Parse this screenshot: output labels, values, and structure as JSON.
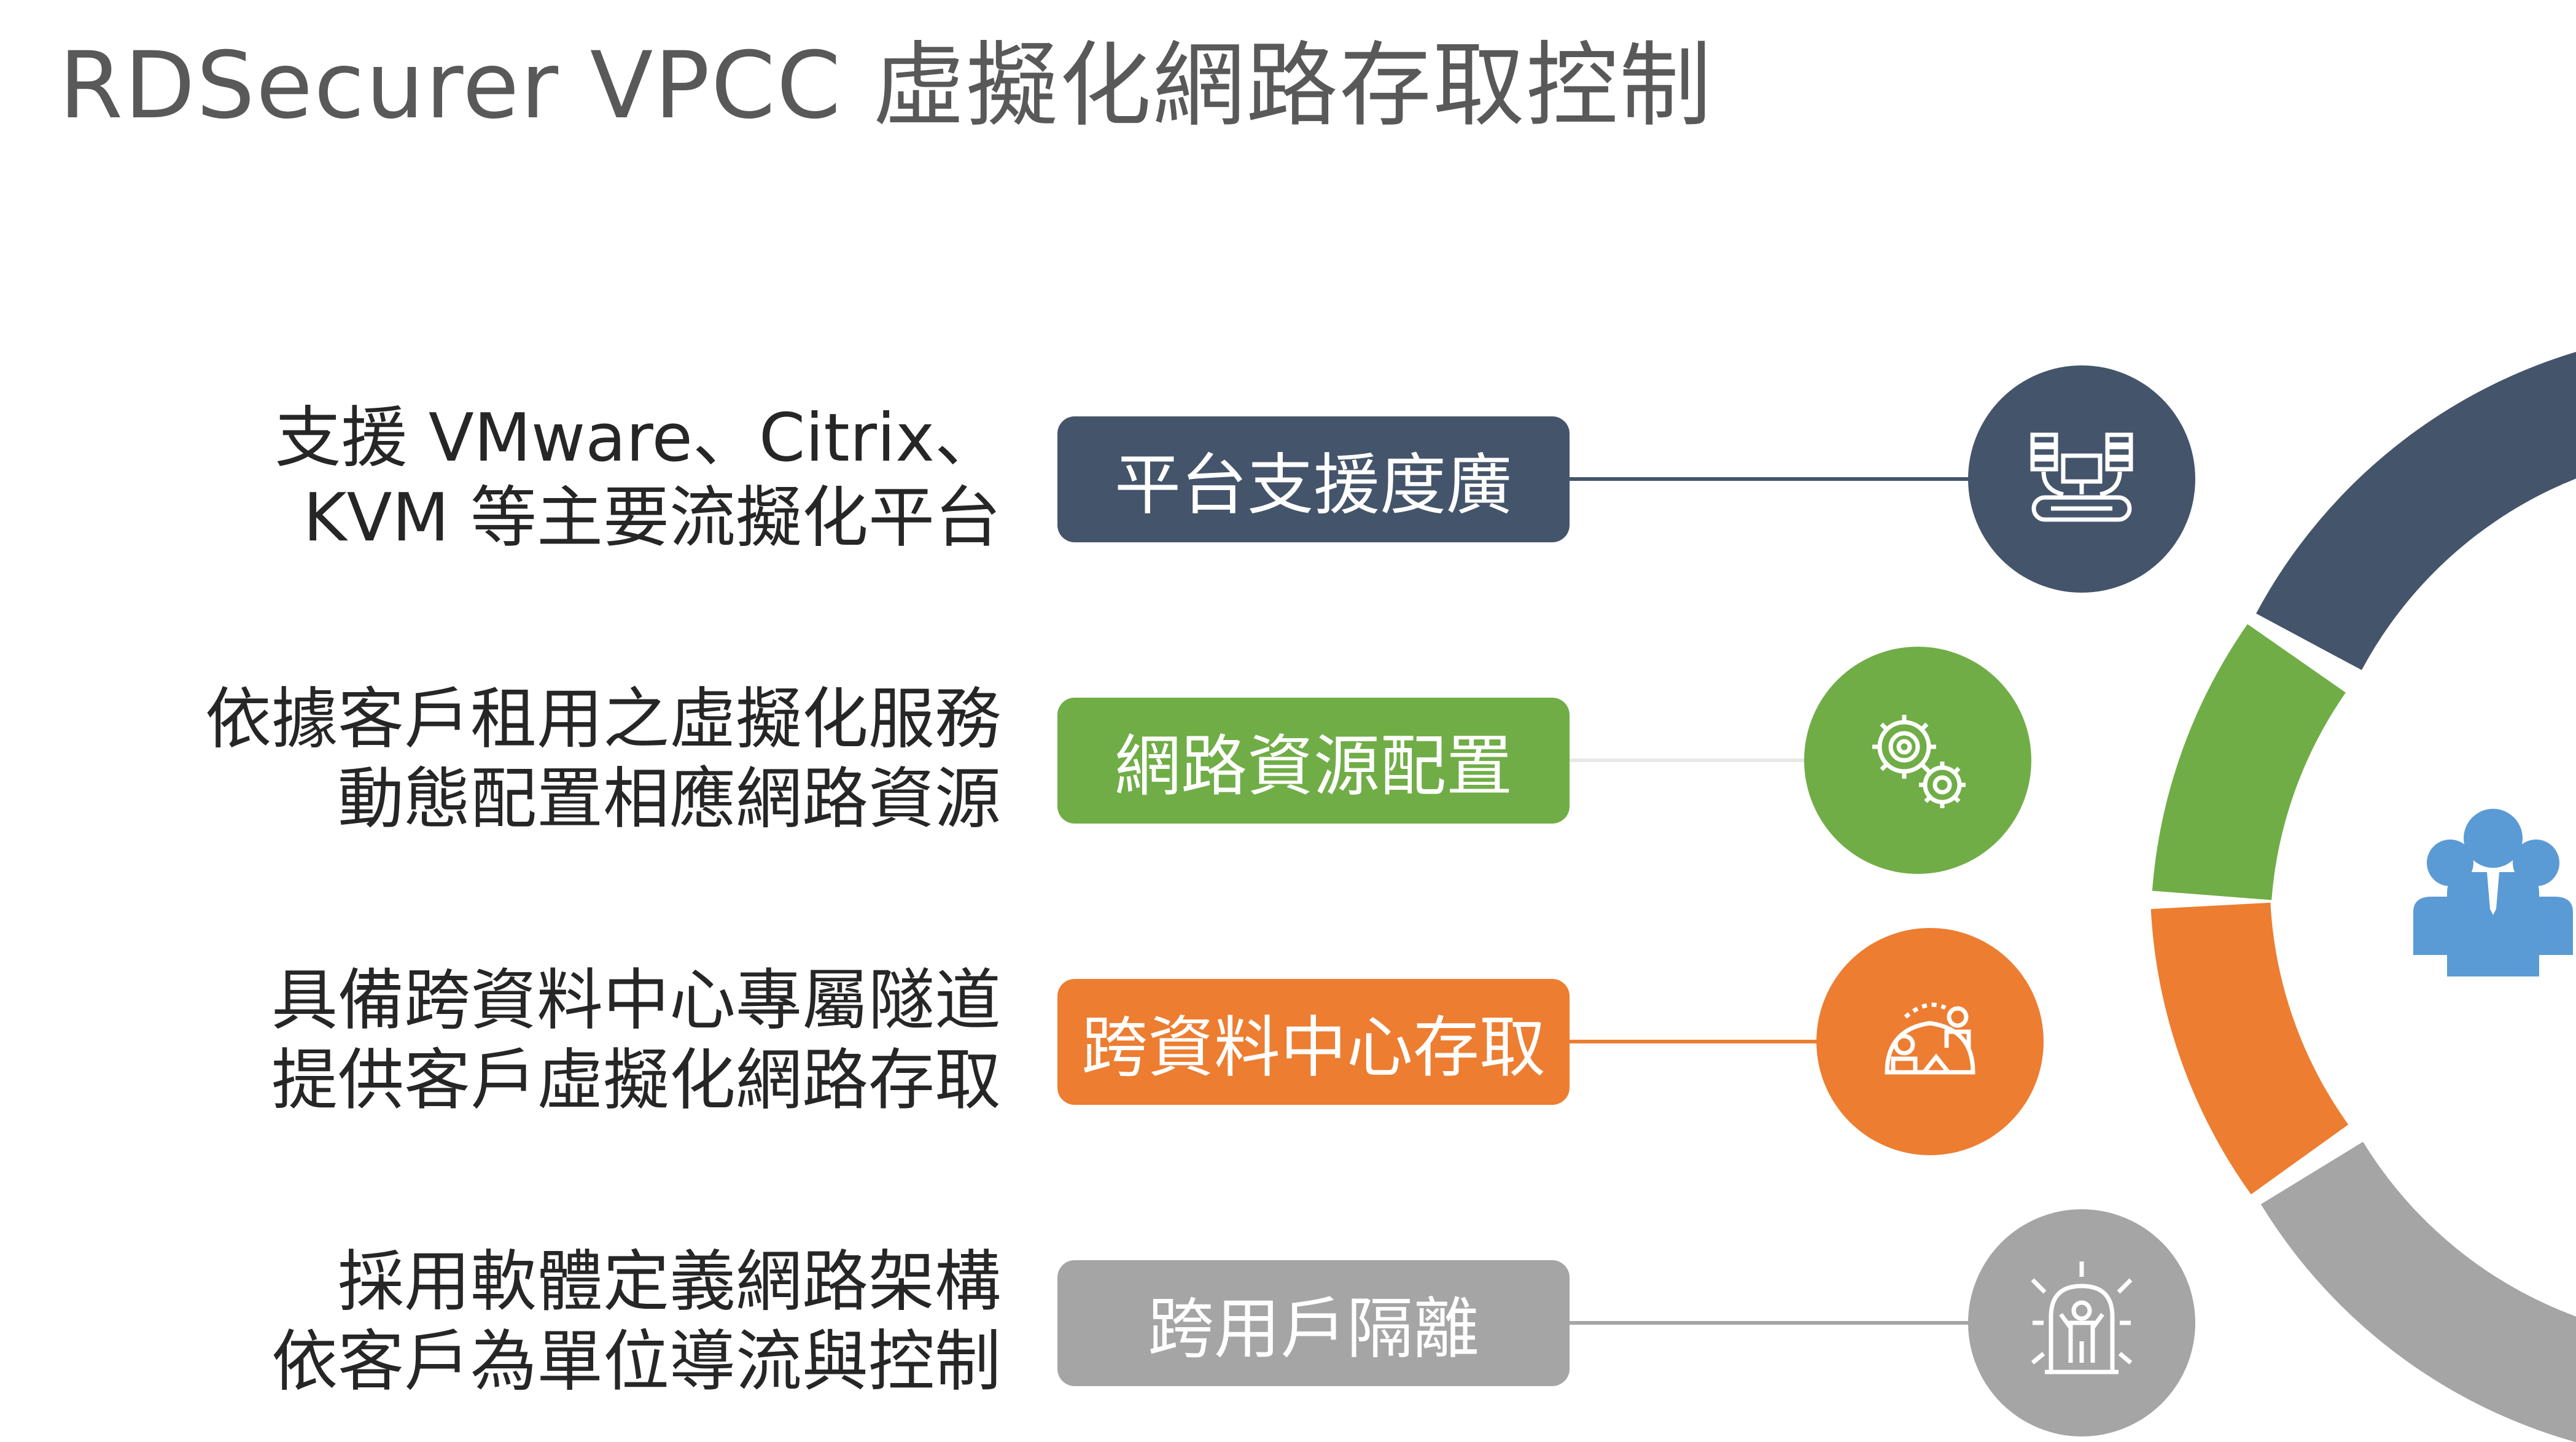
{
  "title": "RDSecurer VPCC 虛擬化網路存取控制",
  "colors": {
    "navy": "#44546A",
    "green": "#70AD47",
    "orange": "#ED7D31",
    "gray": "#A5A5A5",
    "blue": "#5B9BD5"
  },
  "features": [
    {
      "label": "平台支援度廣",
      "desc": [
        "支援 VMware、Citrix、",
        "KVM 等主要流擬化平台"
      ],
      "icon": "server-network-icon"
    },
    {
      "label": "網路資源配置",
      "desc": [
        "依據客戶租用之虛擬化服務",
        "動態配置相應網路資源"
      ],
      "icon": "gears-icon"
    },
    {
      "label": "跨資料中心存取",
      "desc": [
        "具備跨資料中心專屬隧道",
        "提供客戶虛擬化網路存取"
      ],
      "icon": "team-collaboration-icon"
    },
    {
      "label": "跨用戶隔離",
      "desc": [
        "採用軟體定義網路架構",
        "依客戶為單位導流與控制"
      ],
      "icon": "isolated-person-icon"
    }
  ],
  "center_icon": "user-group-icon"
}
